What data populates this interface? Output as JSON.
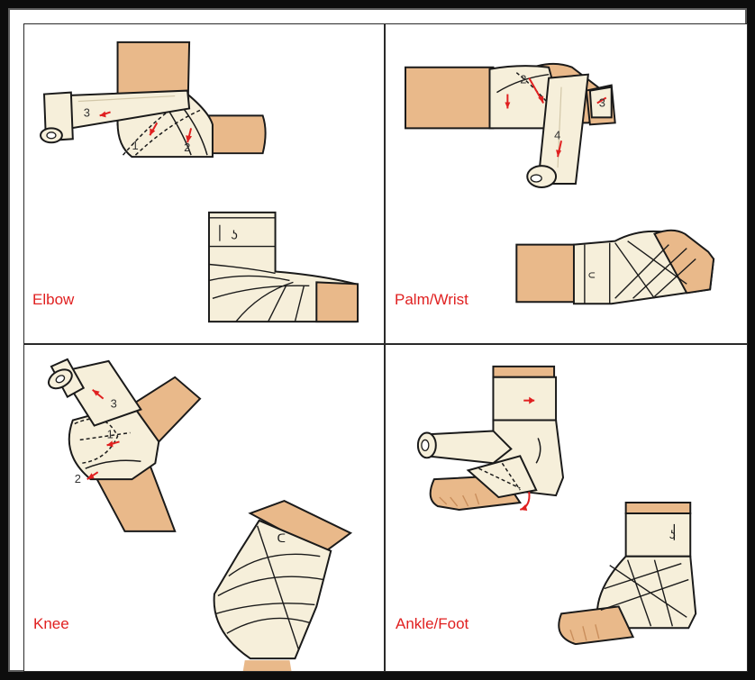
{
  "colors": {
    "frame": "#0d0d0d",
    "skin": "#e9b98a",
    "skin_dark": "#c98e5c",
    "bandage": "#f6efda",
    "bandage_shade": "#e6dcc1",
    "outline": "#1a1a1a",
    "arrow": "#e02020",
    "label": "#e02020"
  },
  "panels": [
    {
      "id": "elbow",
      "label": "Elbow",
      "steps": [
        "1",
        "2",
        "3"
      ]
    },
    {
      "id": "wrist",
      "label": "Palm/Wrist",
      "steps": [
        "2",
        "3",
        "4"
      ]
    },
    {
      "id": "knee",
      "label": "Knee",
      "steps": [
        "1",
        "2",
        "3"
      ]
    },
    {
      "id": "ankle",
      "label": "Ankle/Foot",
      "steps": []
    }
  ]
}
